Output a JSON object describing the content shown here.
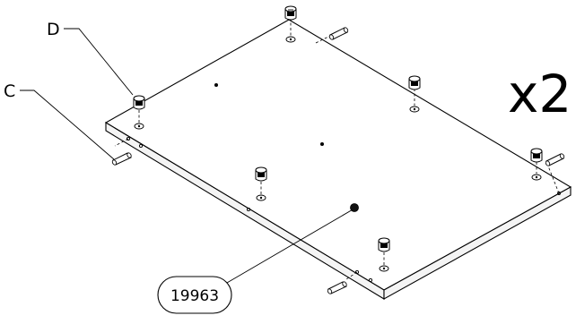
{
  "multiplier": "x2",
  "labels": {
    "d": "D",
    "c": "C"
  },
  "part_number": "19963",
  "colors": {
    "line": "#000000",
    "background": "#ffffff",
    "panel_top": "#ffffff",
    "panel_edge": "#f4f4f4"
  }
}
